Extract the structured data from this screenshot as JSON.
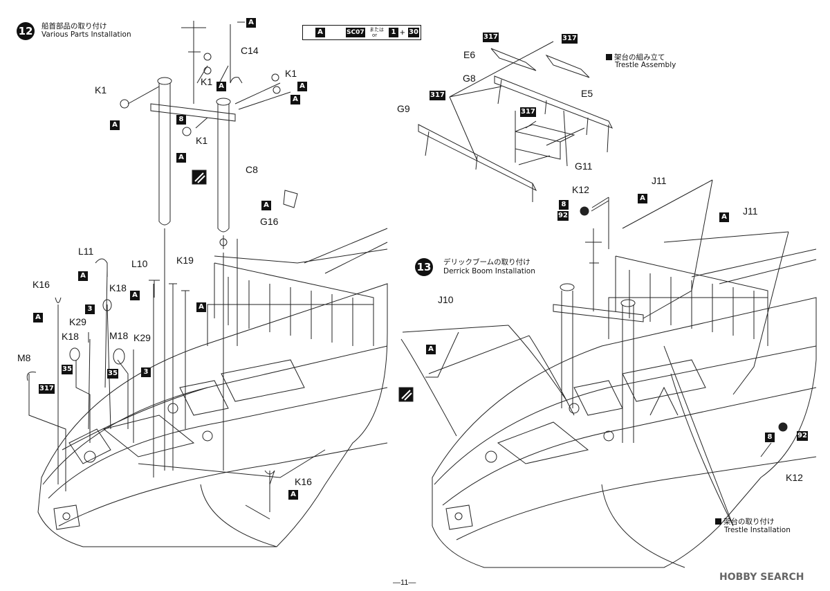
{
  "step12": {
    "number": "12",
    "title_jp": "船首部品の取り付け",
    "title_en": "Various Parts Installation"
  },
  "step13": {
    "number": "13",
    "title_jp": "デリックブームの取り付け",
    "title_en": "Derrick Boom Installation"
  },
  "legend": {
    "part_a": "A",
    "part_sc": "SC07",
    "or_jp": "または",
    "or_en": "or",
    "part_1": "1",
    "plus": "+",
    "part_30": "30"
  },
  "notes": {
    "trestle_assembly_jp": "架台の組み立て",
    "trestle_assembly_en": "Trestle Assembly",
    "trestle_install_jp": "架台の取り付け",
    "trestle_install_en": "Trestle Installation"
  },
  "parts": {
    "C14": "C14",
    "C8": "C8",
    "K1": "K1",
    "G16": "G16",
    "L11": "L11",
    "L10": "L10",
    "K19": "K19",
    "K16": "K16",
    "K18": "K18",
    "K29": "K29",
    "M18": "M18",
    "M8": "M8",
    "E6": "E6",
    "E5": "E5",
    "G8": "G8",
    "G9": "G9",
    "G11": "G11",
    "K12": "K12",
    "J11": "J11",
    "J10": "J10"
  },
  "boxes": {
    "A": "A",
    "b3": "3",
    "b8": "8",
    "b35": "35",
    "b92": "92",
    "b317": "317"
  },
  "footer": {
    "page_number": "—11—",
    "watermark": "HOBBY SEARCH"
  }
}
